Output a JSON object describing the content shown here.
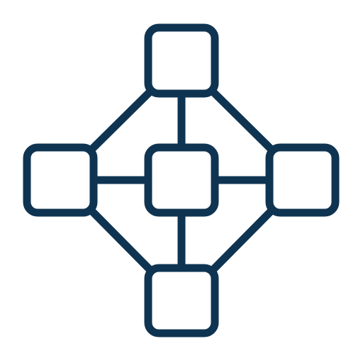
{
  "icon": {
    "name": "network-hierarchy-icon",
    "stroke_color": "#0f3452",
    "background": "#ffffff",
    "nodes": [
      "top",
      "left",
      "center",
      "right",
      "bottom"
    ],
    "connections": [
      [
        "top",
        "center"
      ],
      [
        "left",
        "center"
      ],
      [
        "right",
        "center"
      ],
      [
        "bottom",
        "center"
      ],
      [
        "top",
        "left"
      ],
      [
        "top",
        "right"
      ],
      [
        "bottom",
        "left"
      ],
      [
        "bottom",
        "right"
      ]
    ]
  }
}
